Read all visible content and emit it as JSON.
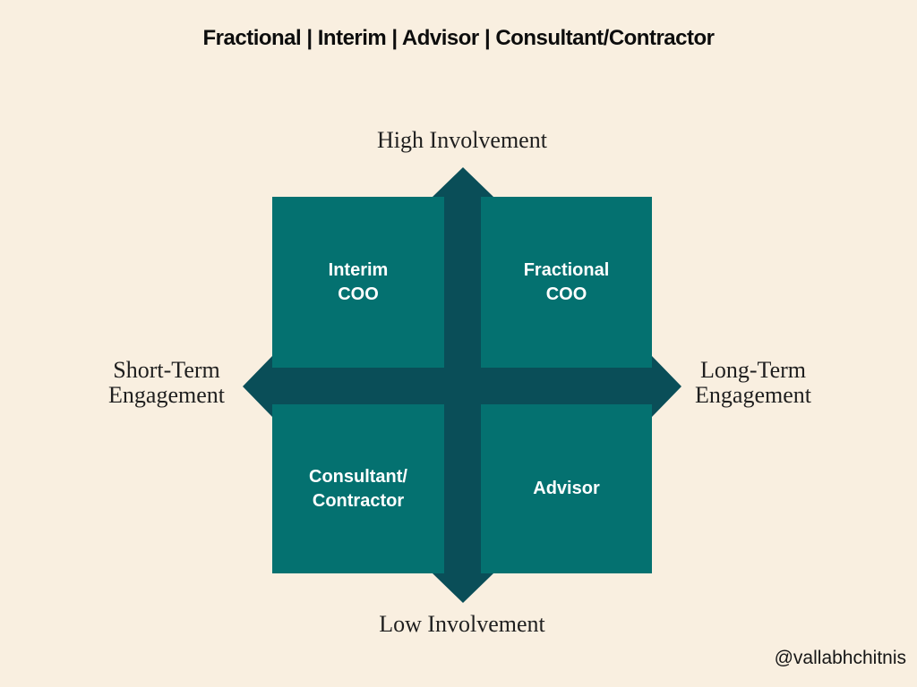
{
  "colors": {
    "bg": "#f9efe0",
    "quadrant": "#047170",
    "axis_dark": "#0a4e58",
    "quadrant_text": "#ffffff",
    "title_text": "#0d0d0d",
    "axis_text": "#1f1f1f",
    "watermark_text": "#161616"
  },
  "title": "Fractional | Interim | Advisor | Consultant/Contractor",
  "axes": {
    "top": "High Involvement",
    "bottom": "Low Involvement",
    "left": {
      "line1": "Short-Term",
      "line2": "Engagement"
    },
    "right": {
      "line1": "Long-Term",
      "line2": "Engagement"
    }
  },
  "quadrants": {
    "top_left": {
      "line1": "Interim",
      "line2": "COO"
    },
    "top_right": {
      "line1": "Fractional",
      "line2": "COO"
    },
    "bottom_left": {
      "line1": "Consultant/",
      "line2": "Contractor"
    },
    "bottom_right": {
      "line1": "Advisor"
    }
  },
  "watermark": "@vallabhchitnis"
}
